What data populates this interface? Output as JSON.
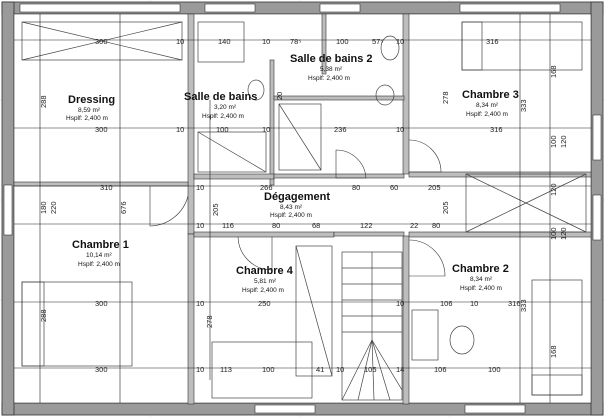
{
  "rooms": {
    "dressing": {
      "name": "Dressing",
      "area": "8,59 m²",
      "height": "Hsplf: 2,400 m"
    },
    "salle_bains": {
      "name": "Salle de bains",
      "area": "3,20 m²",
      "height": "Hsplf: 2,400 m"
    },
    "salle_bains_2": {
      "name": "Salle de bains 2",
      "area": "5,38 m²",
      "height": "Hsplf: 2,400 m"
    },
    "chambre_3": {
      "name": "Chambre 3",
      "area": "8,34 m²",
      "height": "Hsplf: 2,400 m"
    },
    "degagement": {
      "name": "Dégagement",
      "area": "8,43 m²",
      "height": "Hsplf: 2,400 m"
    },
    "chambre_1": {
      "name": "Chambre 1",
      "area": "10,14 m²",
      "height": "Hsplf: 2,400 m"
    },
    "chambre_4": {
      "name": "Chambre 4",
      "area": "5,81 m²",
      "height": "Hsplf: 2,400 m"
    },
    "chambre_2": {
      "name": "Chambre 2",
      "area": "8,34 m²",
      "height": "Hsplf: 2,400 m"
    }
  },
  "dimensions": {
    "top": [
      "300",
      "10",
      "140",
      "10",
      "78⁵",
      "100",
      "57⁵",
      "10",
      "316"
    ],
    "upper": [
      "300",
      "10",
      "100",
      "10",
      "236",
      "10",
      "316"
    ],
    "middle_a": [
      "310",
      "10",
      "266",
      "80",
      "60",
      "205"
    ],
    "middle_b": [
      "10",
      "116",
      "80",
      "68",
      "122",
      "22",
      "80"
    ],
    "lower": [
      "300",
      "10",
      "250",
      "10",
      "106",
      "10",
      "316"
    ],
    "bottom": [
      "300",
      "10",
      "113",
      "100",
      "41",
      "10",
      "105",
      "14",
      "106",
      "100"
    ],
    "left_vertical": [
      "288",
      "180",
      "220",
      "676",
      "288"
    ],
    "right_vertical": [
      "168",
      "333",
      "100",
      "120",
      "120",
      "100",
      "120",
      "333",
      "168"
    ],
    "inner_vertical": [
      "278",
      "205",
      "278",
      "205",
      "20"
    ]
  }
}
